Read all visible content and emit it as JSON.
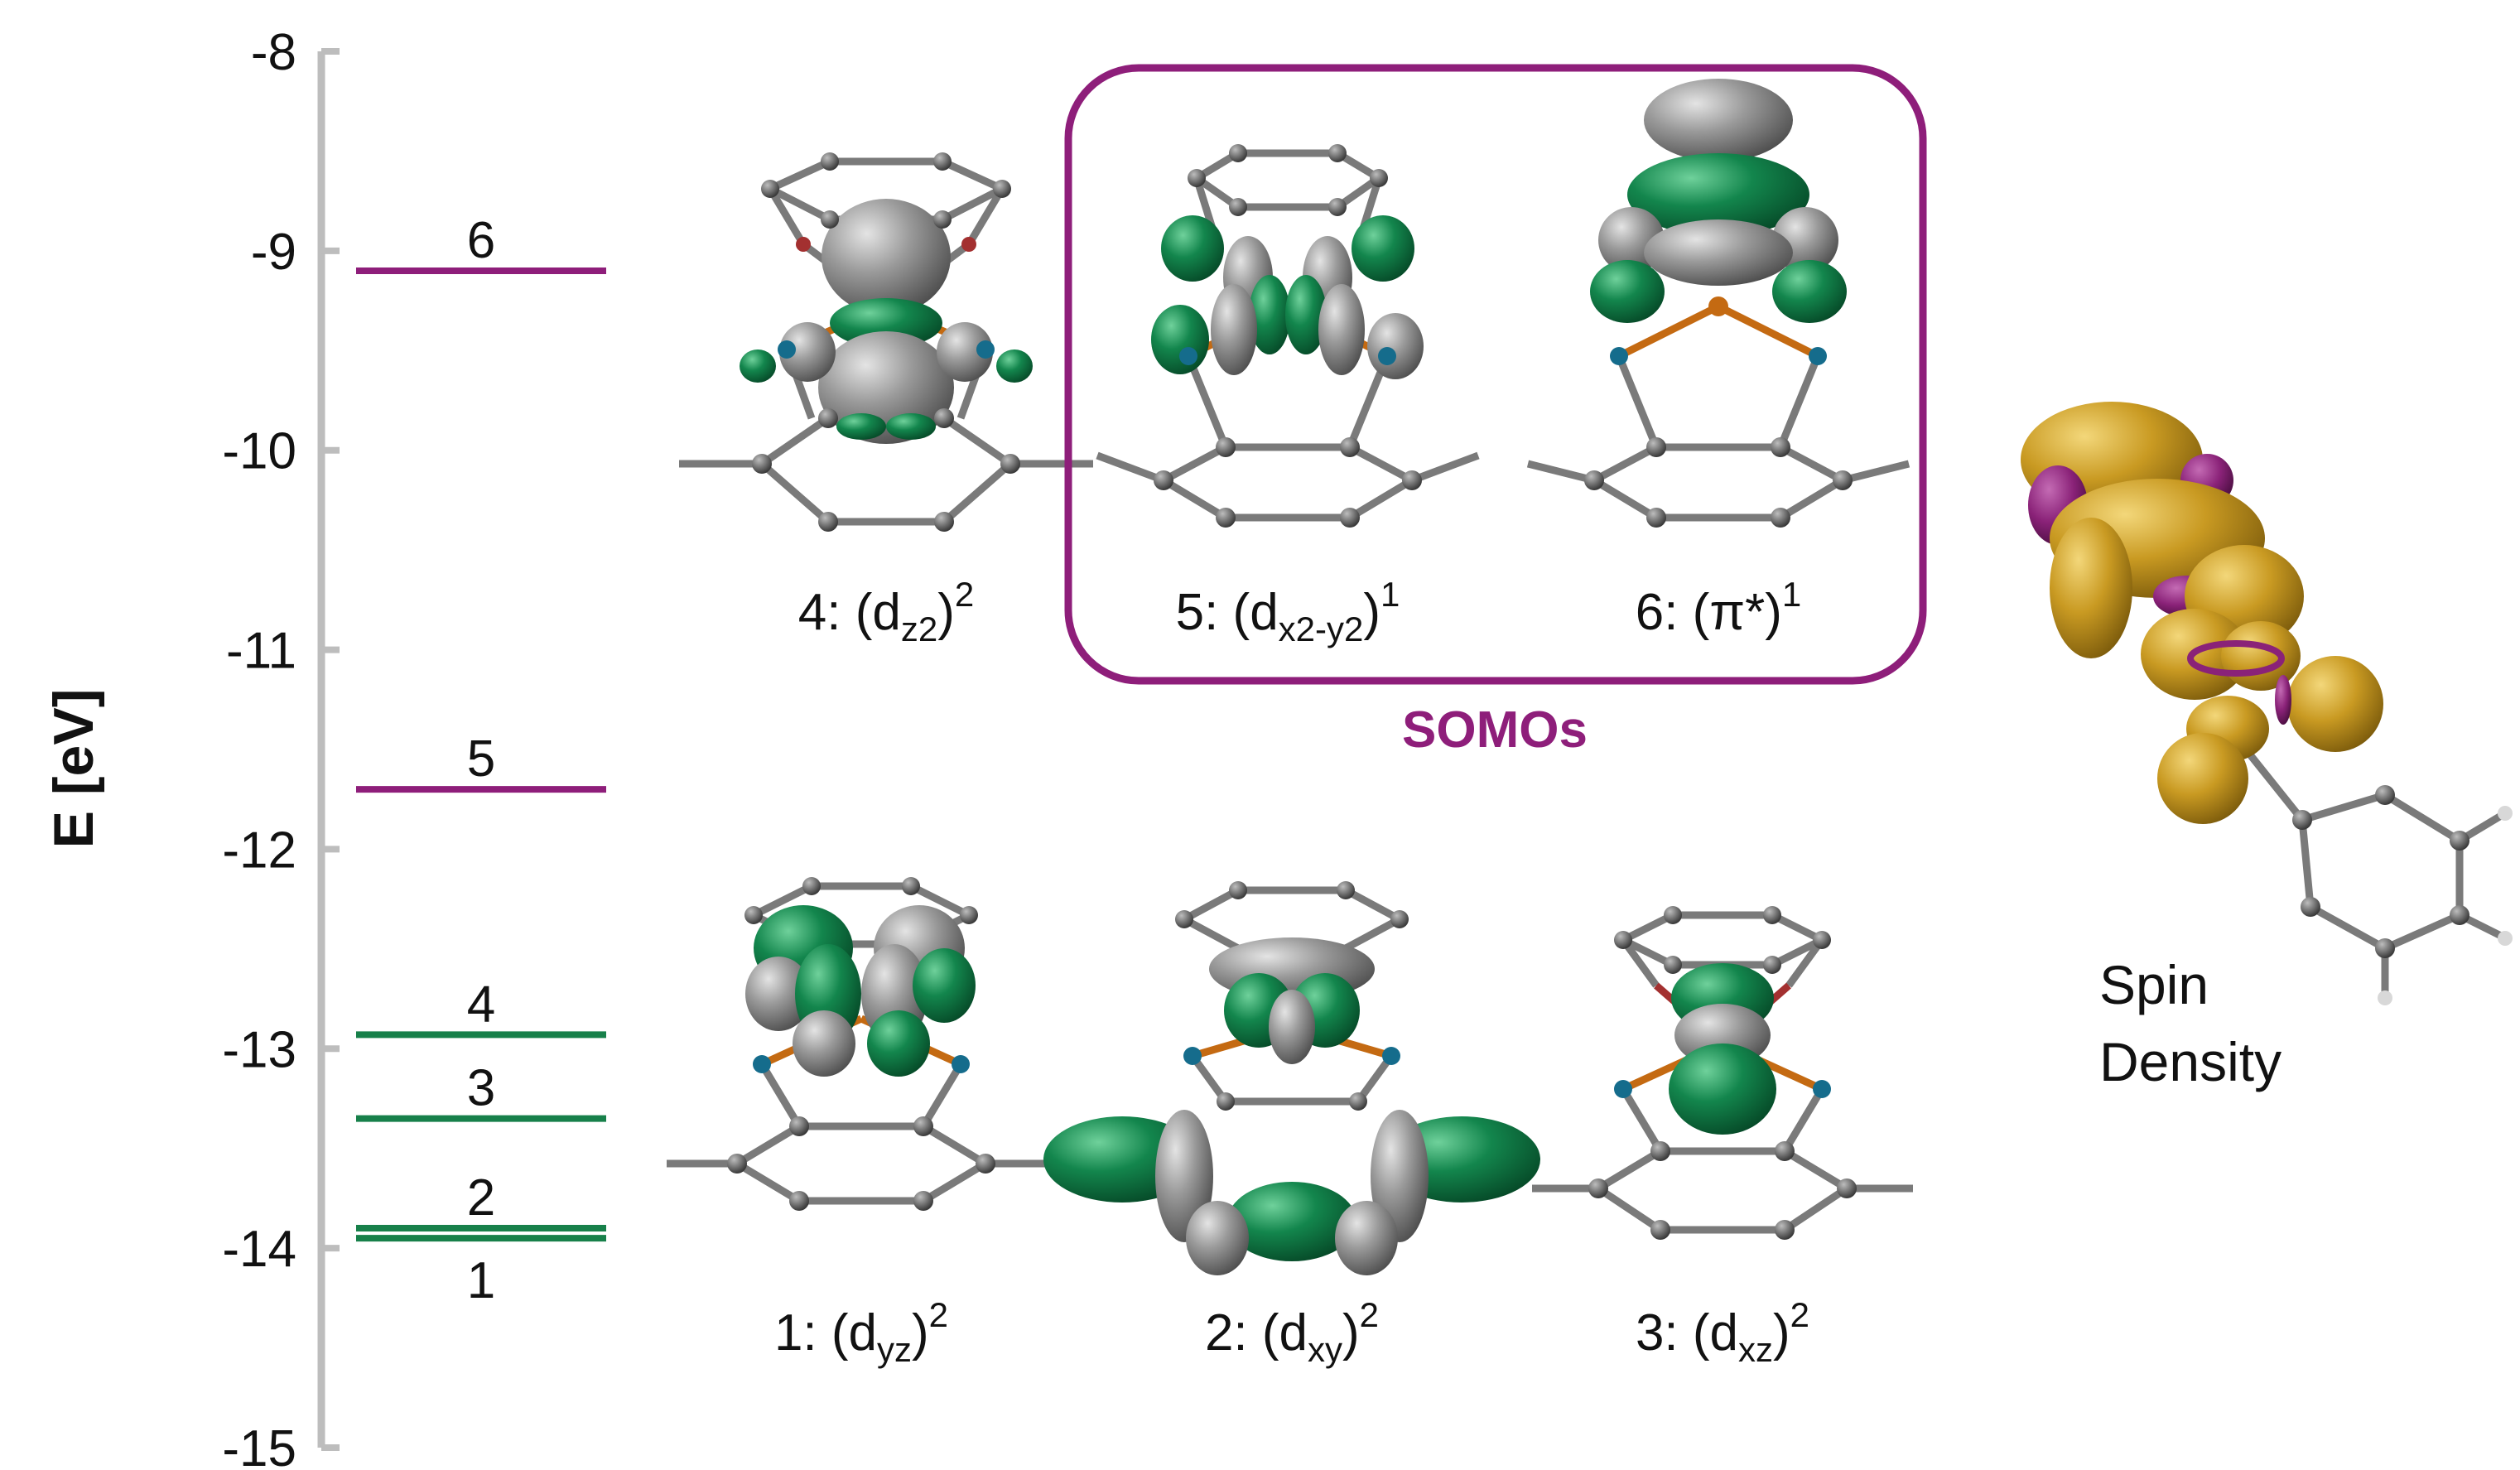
{
  "axis": {
    "label": "E [eV]",
    "ticks": [
      "-8",
      "-9",
      "-10",
      "-11",
      "-12",
      "-13",
      "-14",
      "-15"
    ],
    "color": "#bdbdbd"
  },
  "levels": [
    {
      "id": "1",
      "label": "1",
      "energy": -13.95,
      "kind": "occupied"
    },
    {
      "id": "2",
      "label": "2",
      "energy": -13.9,
      "kind": "occupied"
    },
    {
      "id": "3",
      "label": "3",
      "energy": -13.35,
      "kind": "occupied"
    },
    {
      "id": "4",
      "label": "4",
      "energy": -12.93,
      "kind": "occupied"
    },
    {
      "id": "5",
      "label": "5",
      "energy": -11.7,
      "kind": "somo"
    },
    {
      "id": "6",
      "label": "6",
      "energy": -9.1,
      "kind": "somo"
    }
  ],
  "orbitals": [
    {
      "id": "4",
      "prefix": "4: (d",
      "sub": "z2",
      "suffix": ")",
      "sup": "2"
    },
    {
      "id": "5",
      "prefix": "5: (d",
      "sub": "x2-y2",
      "suffix": ")",
      "sup": "1"
    },
    {
      "id": "6",
      "prefix": "6: (π*)",
      "sub": "",
      "suffix": "",
      "sup": "1"
    },
    {
      "id": "1",
      "prefix": "1: (d",
      "sub": "yz",
      "suffix": ")",
      "sup": "2"
    },
    {
      "id": "2",
      "prefix": "2: (d",
      "sub": "xy",
      "suffix": ")",
      "sup": "2"
    },
    {
      "id": "3",
      "prefix": "3: (d",
      "sub": "xz",
      "suffix": ")",
      "sup": "2"
    }
  ],
  "somo_label": "SOMOs",
  "spin_density": {
    "line1": "Spin",
    "line2": "Density"
  },
  "colors": {
    "occupied": "#17804a",
    "somo": "#8e1e7a",
    "lobe_green": "#0f7a45",
    "lobe_gray": "#8a8a8a",
    "spin_gold": "#c99a22",
    "spin_purple": "#8a2278",
    "atom": "#5a5a5a",
    "bond": "#7a7a7a",
    "n_atom": "#156c8c",
    "cu_atom": "#c46a12",
    "o_atom": "#a33030"
  }
}
